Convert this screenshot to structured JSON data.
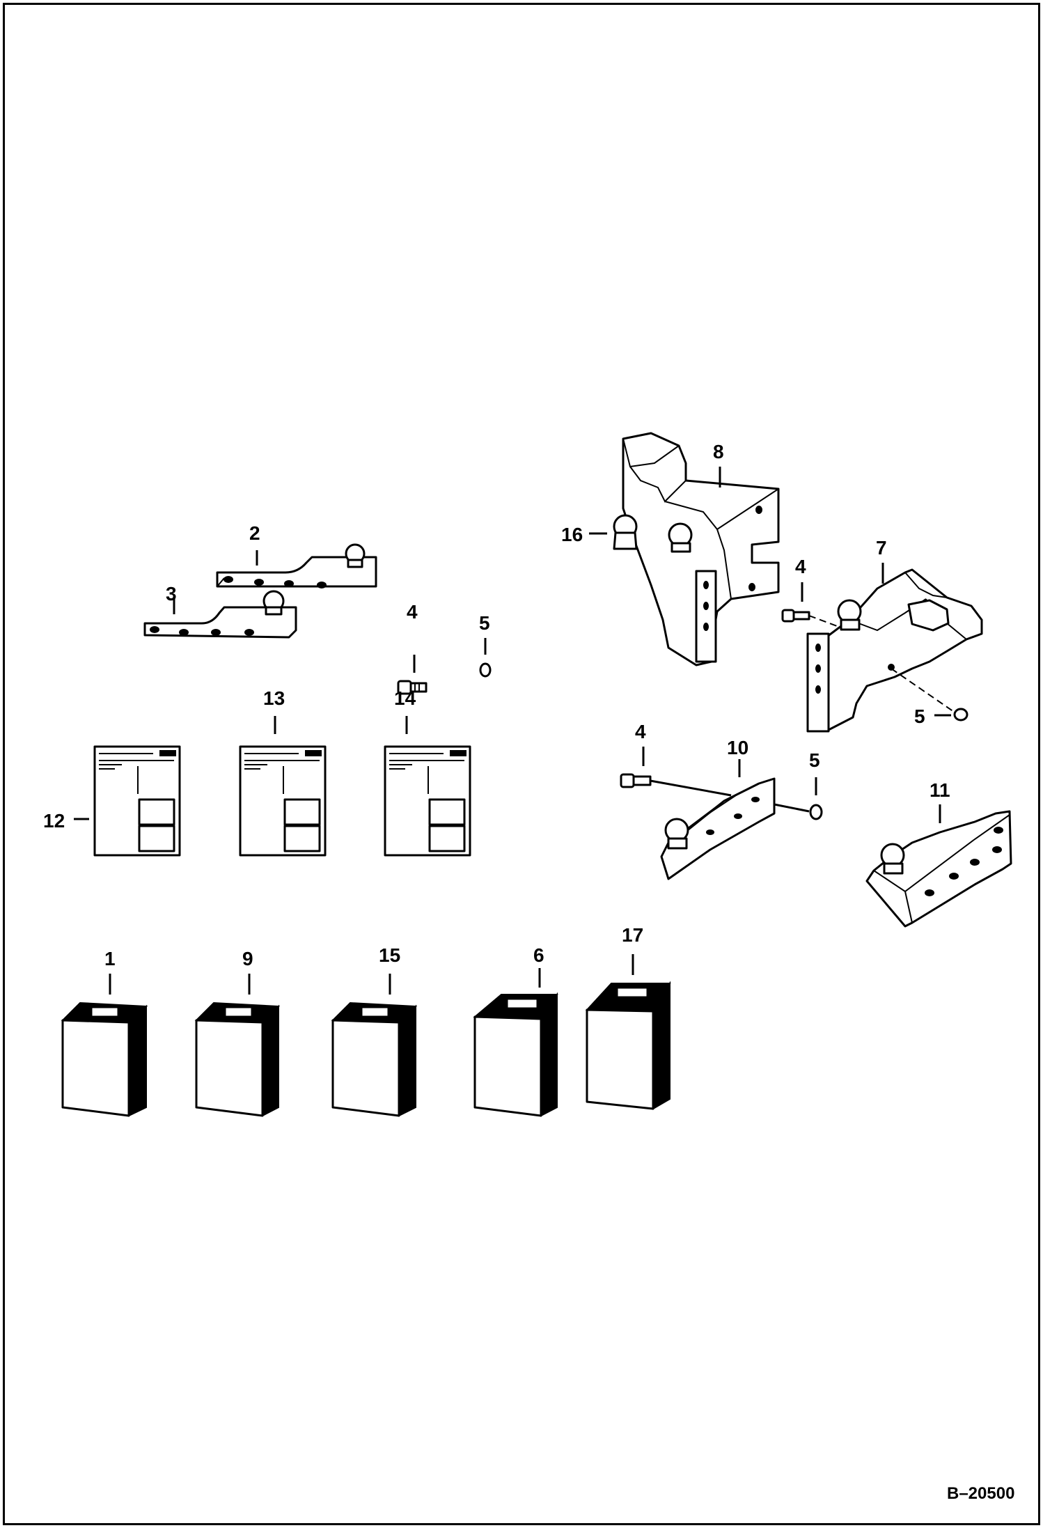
{
  "diagram": {
    "figure_number": "B–20500",
    "callouts": {
      "c1": "1",
      "c2": "2",
      "c3": "3",
      "c4a": "4",
      "c4b": "4",
      "c4c": "4",
      "c5a": "5",
      "c5b": "5",
      "c5c": "5",
      "c6": "6",
      "c7": "7",
      "c8": "8",
      "c9": "9",
      "c10": "10",
      "c11": "11",
      "c12": "12",
      "c13": "13",
      "c14": "14",
      "c15": "15",
      "c16": "16",
      "c17": "17"
    }
  }
}
